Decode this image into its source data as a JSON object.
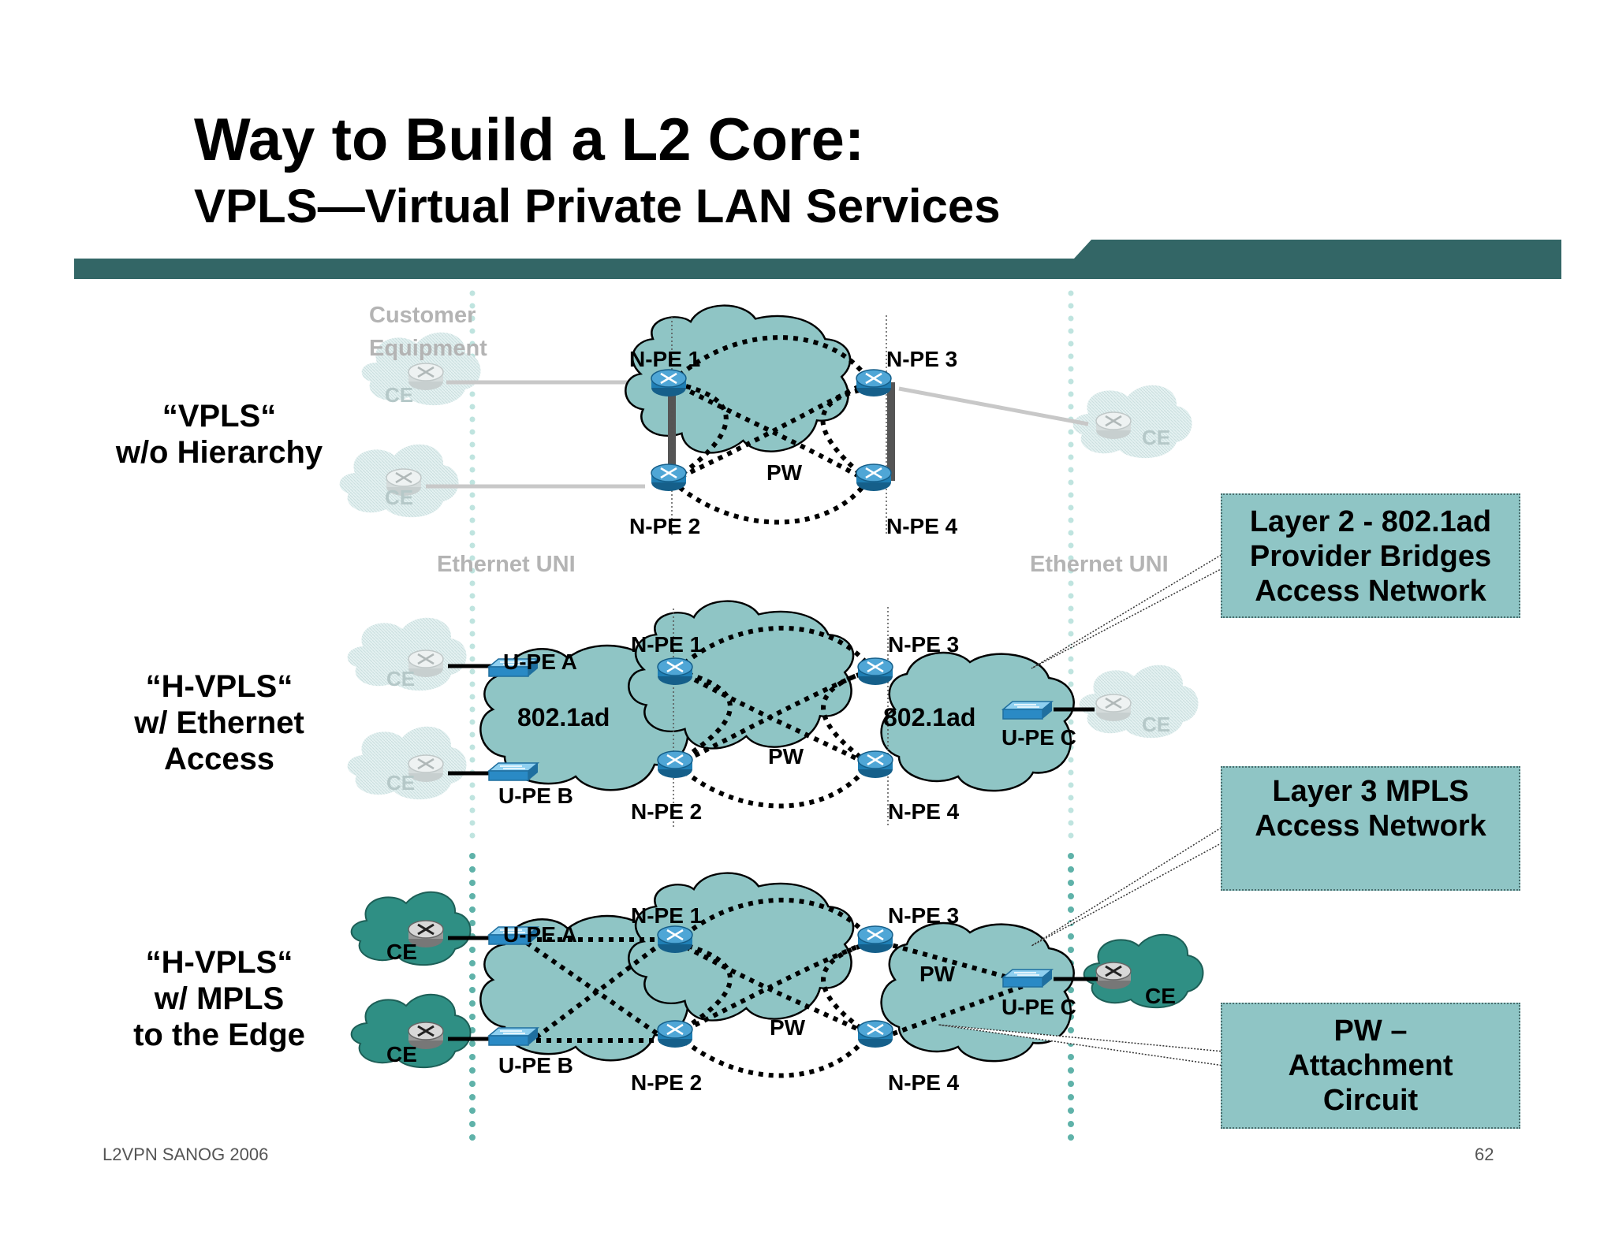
{
  "slide": {
    "title": "Way to Build a L2 Core:",
    "subtitle": "VPLS—Virtual Private LAN Services",
    "footer_left": "L2VPN  SANOG 2006",
    "page_number": "62"
  },
  "rows": [
    {
      "label_lines": [
        "“VPLS“",
        "w/o Hierarchy"
      ]
    },
    {
      "label_lines": [
        "“H-VPLS“",
        "w/ Ethernet",
        "Access"
      ]
    },
    {
      "label_lines": [
        "“H-VPLS“",
        "w/ MPLS",
        "to the Edge"
      ]
    }
  ],
  "labels": {
    "customer_equipment_1": "Customer",
    "customer_equipment_2": "Equipment",
    "ethernet_uni": "Ethernet UNI",
    "npe1": "N-PE 1",
    "npe2": "N-PE 2",
    "npe3": "N-PE 3",
    "npe4": "N-PE 4",
    "pw": "PW",
    "ce": "CE",
    "upe_a": "U-PE A",
    "upe_b": "U-PE B",
    "upe_c": "U-PE C",
    "dot1ad": "802.1ad"
  },
  "callouts": [
    {
      "lines": [
        "Layer 2 - 802.1ad",
        "Provider Bridges",
        "Access Network"
      ]
    },
    {
      "lines": [
        "Layer 3 MPLS",
        "Access Network"
      ]
    },
    {
      "lines": [
        "PW –",
        "Attachment",
        "Circuit"
      ]
    }
  ],
  "colors": {
    "header_bar": "#336666",
    "cloud_fill": "#8fc5c5",
    "dark_cloud": "#2f8f84",
    "router_blue": "#1f7fb5",
    "uni_dots": "#9fd3cc"
  }
}
